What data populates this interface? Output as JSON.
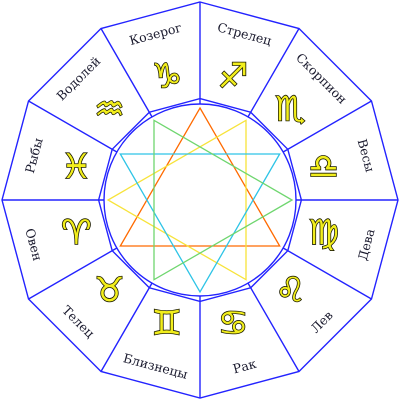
{
  "colors": {
    "background": "#ffffff",
    "outline": "#2323ff",
    "glyph_fill": "#f2ee1c",
    "glyph_stroke": "#1a1a00",
    "text": "#1a1a2e",
    "star_lines": [
      "#ff6a00",
      "#f7e33a",
      "#2ec4e6",
      "#6fd66f"
    ]
  },
  "signs": [
    {
      "name": "Стрелец",
      "glyph": "♐",
      "icon": "sagittarius-icon"
    },
    {
      "name": "Скорпион",
      "glyph": "♏",
      "icon": "scorpio-icon"
    },
    {
      "name": "Весы",
      "glyph": "♎",
      "icon": "libra-icon"
    },
    {
      "name": "Дева",
      "glyph": "♍",
      "icon": "virgo-icon"
    },
    {
      "name": "Лев",
      "glyph": "♌",
      "icon": "leo-icon"
    },
    {
      "name": "Рак",
      "glyph": "♋",
      "icon": "cancer-icon"
    },
    {
      "name": "Близнецы",
      "glyph": "♊",
      "icon": "gemini-icon"
    },
    {
      "name": "Телец",
      "glyph": "♉",
      "icon": "taurus-icon"
    },
    {
      "name": "Овен",
      "glyph": "♈",
      "icon": "aries-icon"
    },
    {
      "name": "Рыбы",
      "glyph": "♓",
      "icon": "pisces-icon"
    },
    {
      "name": "Водолей",
      "glyph": "♒",
      "icon": "aquarius-icon"
    },
    {
      "name": "Козерог",
      "glyph": "♑",
      "icon": "capricorn-icon"
    }
  ]
}
